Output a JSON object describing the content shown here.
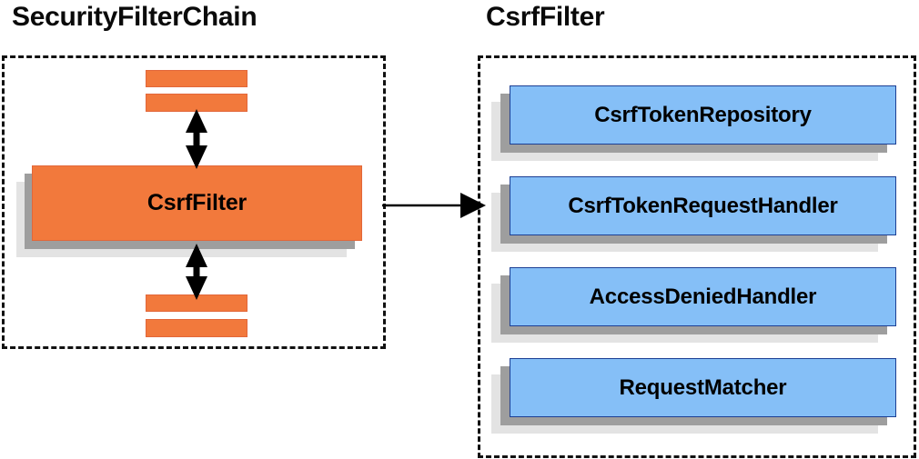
{
  "diagram": {
    "title_left": "SecurityFilterChain",
    "title_right": "CsrfFilter",
    "background_color": "#ffffff",
    "orange_color": "#f2793c",
    "blue_color": "#85bff7",
    "blue_border_color": "#1c3f94",
    "shadow_mid_color": "#9e9e9e",
    "shadow_back_color": "#e3e3e3",
    "dashed_border_color": "#111111",
    "arrow_color": "#000000"
  },
  "security_filter_chain": {
    "title": "SecurityFilterChain",
    "highlighted_filter": "CsrfFilter",
    "bars_above": [
      "",
      ""
    ],
    "bars_below": [
      "",
      ""
    ],
    "connector_above": "double-headed-vertical-arrow",
    "connector_below": "double-headed-vertical-arrow"
  },
  "csrf_filter_panel": {
    "title": "CsrfFilter",
    "collaborators": [
      {
        "label": "CsrfTokenRepository"
      },
      {
        "label": "CsrfTokenRequestHandler"
      },
      {
        "label": "AccessDeniedHandler"
      },
      {
        "label": "RequestMatcher"
      }
    ]
  },
  "link": {
    "from": "CsrfFilter",
    "to": "CsrfFilter panel",
    "kind": "single-headed-horizontal-arrow"
  }
}
